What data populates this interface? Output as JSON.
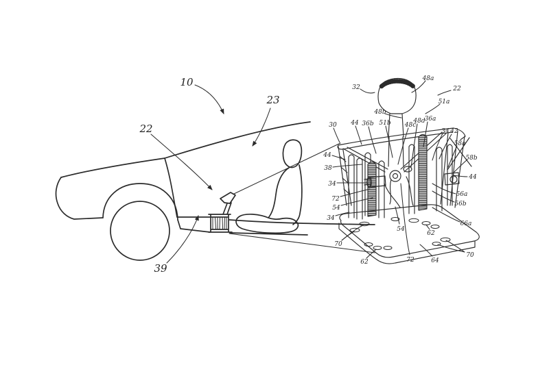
{
  "figure": {
    "kind": "patent-line-drawing",
    "colors": {
      "ink": "#2b2b2b",
      "background": "#ffffff"
    }
  },
  "refs": {
    "r10": "10",
    "r22": "22",
    "r23": "23",
    "r30": "30",
    "r32": "32",
    "r34": "34",
    "r36a": "36a",
    "r36b": "36b",
    "r38": "38",
    "r39": "39",
    "r42": "42",
    "r44": "44",
    "r48a": "48a",
    "r48b": "48b",
    "r48c": "48c",
    "r48d": "48d",
    "r51a": "51a",
    "r51b": "51b",
    "r54": "54",
    "r56a": "56a",
    "r56b": "56b",
    "r58a": "58a",
    "r58b": "58b",
    "r62": "62",
    "r64": "64",
    "r66a": "66a",
    "r70": "70",
    "r72": "72"
  }
}
